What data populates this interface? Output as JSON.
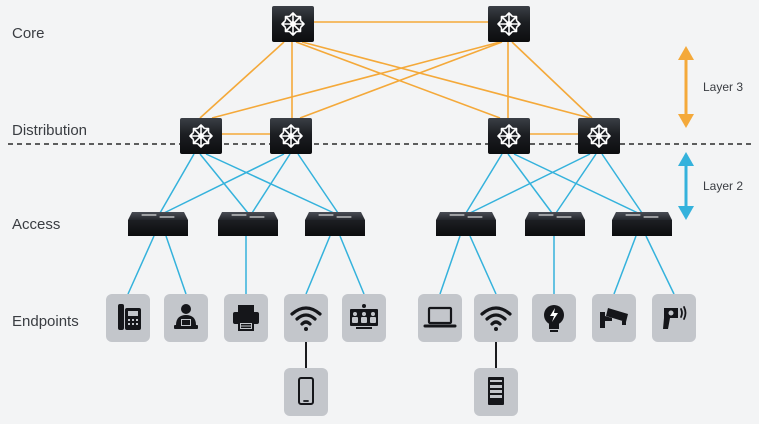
{
  "tiers": {
    "core": "Core",
    "distribution": "Distribution",
    "access": "Access",
    "endpoints": "Endpoints"
  },
  "layers": {
    "layer3": "Layer 3",
    "layer2": "Layer 2"
  },
  "colors": {
    "layer3_links": "#f4a93a",
    "layer2_links": "#34b2dc",
    "device_dark": "#16181c",
    "endpoint_tile": "#c3c6cb",
    "endpoint_glyph": "#15161a",
    "dashed_boundary": "#2b2b2b",
    "background": "#f3f4f5"
  },
  "devices": {
    "core_switches": [
      "core-switch-left",
      "core-switch-right"
    ],
    "distribution_switches": [
      "dist-switch-1",
      "dist-switch-2",
      "dist-switch-3",
      "dist-switch-4"
    ],
    "access_switches": [
      "access-switch-1",
      "access-switch-2",
      "access-switch-3",
      "access-switch-4",
      "access-switch-5",
      "access-switch-6"
    ]
  },
  "endpoints": [
    {
      "icon": "ip-phone-icon"
    },
    {
      "icon": "user-workstation-icon"
    },
    {
      "icon": "printer-icon"
    },
    {
      "icon": "wifi-access-point-icon"
    },
    {
      "icon": "video-conference-icon"
    },
    {
      "icon": "laptop-icon"
    },
    {
      "icon": "wifi-access-point-icon"
    },
    {
      "icon": "smart-light-bulb-icon"
    },
    {
      "icon": "security-camera-icon"
    },
    {
      "icon": "barcode-scanner-icon"
    }
  ],
  "wireless_clients": [
    {
      "icon": "mobile-phone-icon"
    },
    {
      "icon": "tablet-device-icon"
    }
  ]
}
